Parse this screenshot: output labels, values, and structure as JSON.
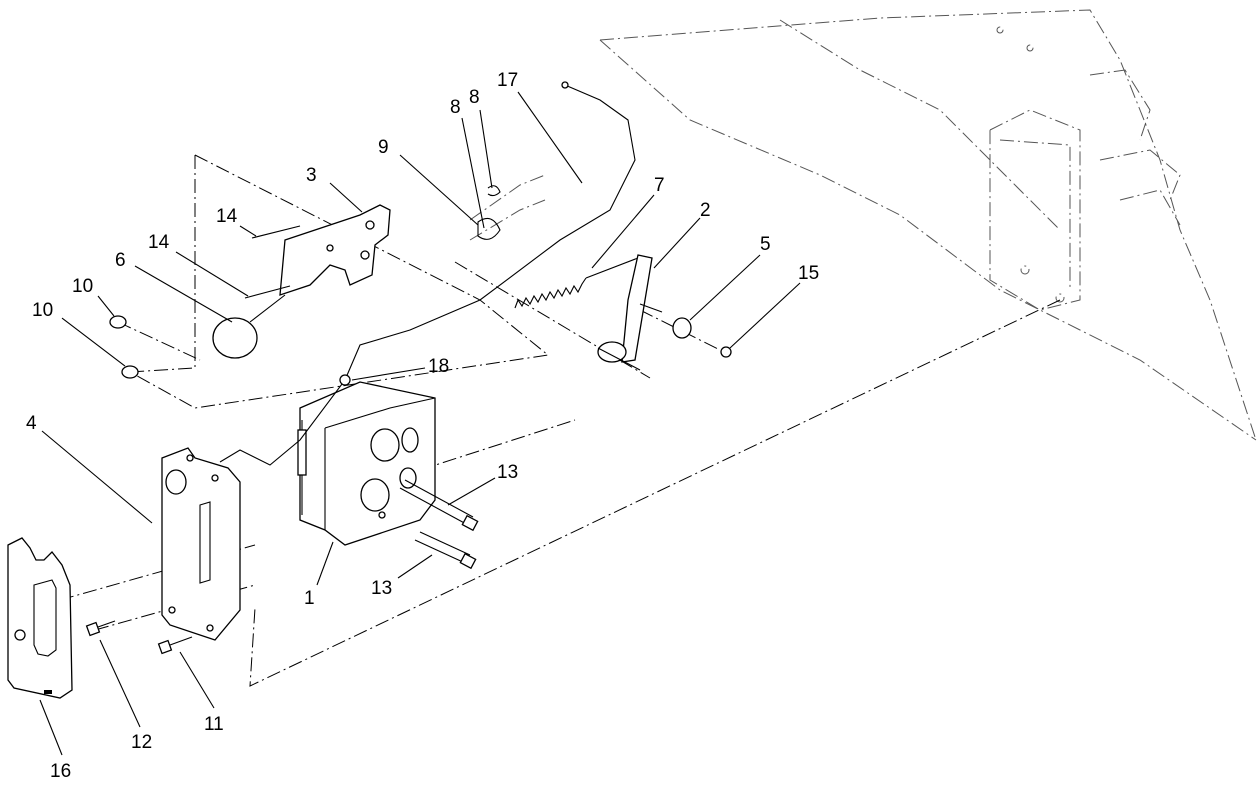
{
  "diagram": {
    "callouts": {
      "c1": "1",
      "c2": "2",
      "c3": "3",
      "c4": "4",
      "c5": "5",
      "c6": "6",
      "c7": "7",
      "c8a": "8",
      "c8b": "8",
      "c9": "9",
      "c10a": "10",
      "c10b": "10",
      "c11": "11",
      "c12": "12",
      "c13a": "13",
      "c13b": "13",
      "c14a": "14",
      "c14b": "14",
      "c15": "15",
      "c16": "16",
      "c17": "17",
      "c18": "18"
    }
  }
}
